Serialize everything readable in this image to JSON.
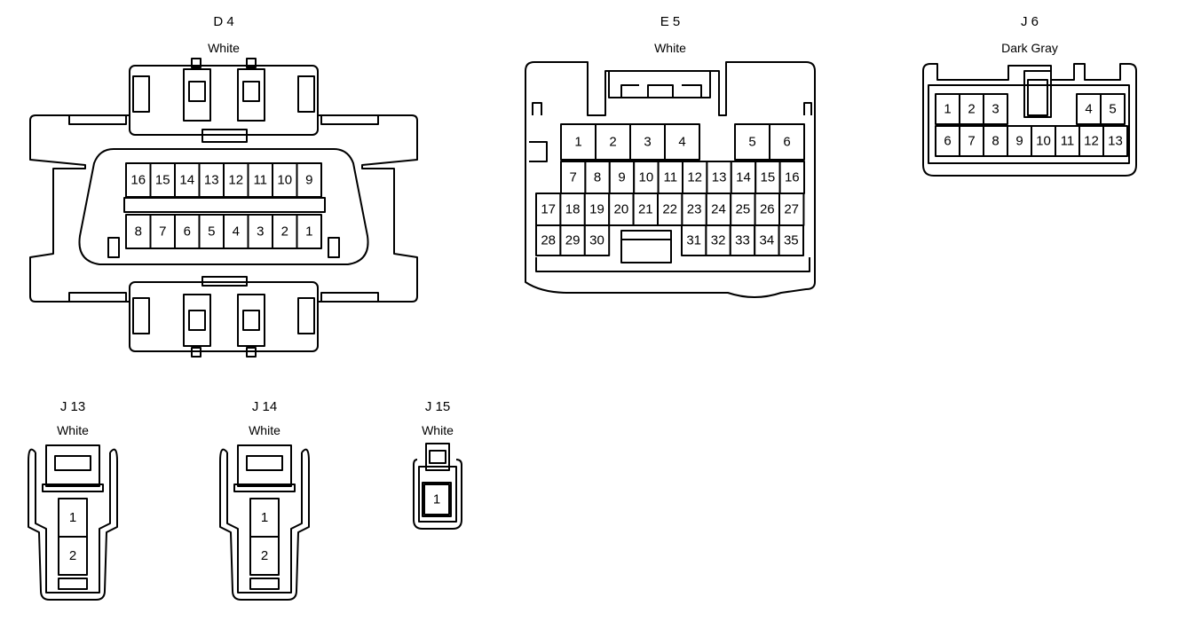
{
  "connectors": {
    "d4": {
      "id": "D 4",
      "color": "White",
      "row1": [
        "16",
        "15",
        "14",
        "13",
        "12",
        "11",
        "10",
        "9"
      ],
      "row2": [
        "8",
        "7",
        "6",
        "5",
        "4",
        "3",
        "2",
        "1"
      ]
    },
    "e5": {
      "id": "E 5",
      "color": "White",
      "row1": [
        "1",
        "2",
        "3",
        "4",
        "5",
        "6"
      ],
      "row2": [
        "7",
        "8",
        "9",
        "10",
        "11",
        "12",
        "13",
        "14",
        "15",
        "16"
      ],
      "row3": [
        "17",
        "18",
        "19",
        "20",
        "21",
        "22",
        "23",
        "24",
        "25",
        "26",
        "27"
      ],
      "row4a": [
        "28",
        "29",
        "30"
      ],
      "row4b": [
        "31",
        "32",
        "33",
        "34",
        "35"
      ]
    },
    "j6": {
      "id": "J 6",
      "color": "Dark Gray",
      "row1a": [
        "1",
        "2",
        "3"
      ],
      "row1b": [
        "4",
        "5"
      ],
      "row2": [
        "6",
        "7",
        "8",
        "9",
        "10",
        "11",
        "12",
        "13"
      ]
    },
    "j13": {
      "id": "J 13",
      "color": "White",
      "pins": [
        "1",
        "2"
      ]
    },
    "j14": {
      "id": "J 14",
      "color": "White",
      "pins": [
        "1",
        "2"
      ]
    },
    "j15": {
      "id": "J 15",
      "color": "White",
      "pins": [
        "1"
      ]
    }
  }
}
